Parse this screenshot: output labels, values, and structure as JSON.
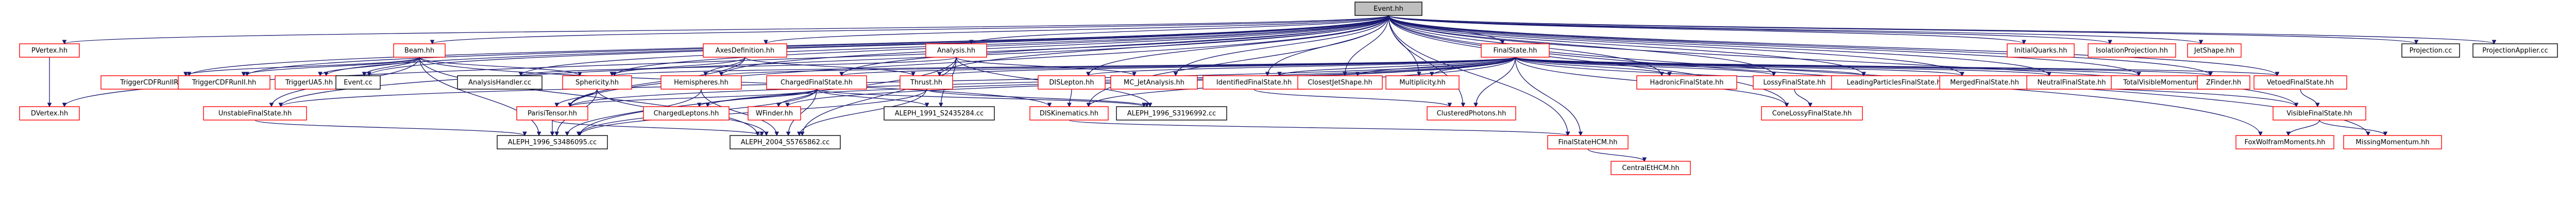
{
  "graph": {
    "edge_color": "#191970",
    "nodes": [
      {
        "id": "event",
        "label": "Event.hh",
        "style": "root"
      },
      {
        "id": "pvertex",
        "label": "PVertex.hh",
        "style": "red"
      },
      {
        "id": "dvertex",
        "label": "DVertex.hh",
        "style": "red"
      },
      {
        "id": "beam",
        "label": "Beam.hh",
        "style": "red"
      },
      {
        "id": "trig_cdf_run1",
        "label": "TriggerCDFRunIIRunI.hh",
        "style": "red"
      },
      {
        "id": "trig_cdf_run2",
        "label": "TriggerCDFRunII.hh",
        "style": "red"
      },
      {
        "id": "trig_ua5",
        "label": "TriggerUA5.hh",
        "style": "red"
      },
      {
        "id": "event_cc",
        "label": "Event.cc",
        "style": "black"
      },
      {
        "id": "axes_def",
        "label": "AxesDefinition.hh",
        "style": "red"
      },
      {
        "id": "analysis_handler",
        "label": "AnalysisHandler.cc",
        "style": "black"
      },
      {
        "id": "analysis",
        "label": "Analysis.hh",
        "style": "red"
      },
      {
        "id": "sphericity",
        "label": "Sphericity.hh",
        "style": "red"
      },
      {
        "id": "hemispheres",
        "label": "Hemispheres.hh",
        "style": "red"
      },
      {
        "id": "charged_fs",
        "label": "ChargedFinalState.hh",
        "style": "red"
      },
      {
        "id": "thrust",
        "label": "Thrust.hh",
        "style": "red"
      },
      {
        "id": "dis_lepton",
        "label": "DISLepton.hh",
        "style": "red"
      },
      {
        "id": "mc_jet",
        "label": "MC_JetAnalysis.hh",
        "style": "red"
      },
      {
        "id": "identified_fs",
        "label": "IdentifiedFinalState.hh",
        "style": "red"
      },
      {
        "id": "closest_jet",
        "label": "ClosestJetShape.hh",
        "style": "red"
      },
      {
        "id": "multiplicity",
        "label": "Multiplicity.hh",
        "style": "red"
      },
      {
        "id": "final_state",
        "label": "FinalState.hh",
        "style": "red"
      },
      {
        "id": "hadronic_fs",
        "label": "HadronicFinalState.hh",
        "style": "red"
      },
      {
        "id": "lossy_fs",
        "label": "LossyFinalState.hh",
        "style": "red"
      },
      {
        "id": "leading_particles",
        "label": "LeadingParticlesFinalState.hh",
        "style": "red"
      },
      {
        "id": "merged_fs",
        "label": "MergedFinalState.hh",
        "style": "red"
      },
      {
        "id": "neutral_fs",
        "label": "NeutralFinalState.hh",
        "style": "red"
      },
      {
        "id": "total_visible",
        "label": "TotalVisibleMomentum.hh",
        "style": "red"
      },
      {
        "id": "zfinder",
        "label": "ZFinder.hh",
        "style": "red"
      },
      {
        "id": "initial_quarks",
        "label": "InitialQuarks.hh",
        "style": "red"
      },
      {
        "id": "isolation_proj",
        "label": "IsolationProjection.hh",
        "style": "red"
      },
      {
        "id": "jet_shape",
        "label": "JetShape.hh",
        "style": "red"
      },
      {
        "id": "projection_cc",
        "label": "Projection.cc",
        "style": "black"
      },
      {
        "id": "projection_applier",
        "label": "ProjectionApplier.cc",
        "style": "black"
      },
      {
        "id": "vetoed_fs",
        "label": "VetoedFinalState.hh",
        "style": "red"
      },
      {
        "id": "visible_fs",
        "label": "VisibleFinalState.hh",
        "style": "red"
      },
      {
        "id": "fox_wolfram",
        "label": "FoxWolframMoments.hh",
        "style": "red"
      },
      {
        "id": "missing_momentum",
        "label": "MissingMomentum.hh",
        "style": "red"
      },
      {
        "id": "unstable_fs",
        "label": "UnstableFinalState.hh",
        "style": "red"
      },
      {
        "id": "parisi_tensor",
        "label": "ParisiTensor.hh",
        "style": "red"
      },
      {
        "id": "charged_leptons",
        "label": "ChargedLeptons.hh",
        "style": "red"
      },
      {
        "id": "wfinder",
        "label": "WFinder.hh",
        "style": "red"
      },
      {
        "id": "aleph_1991",
        "label": "ALEPH_1991_S2435284.cc",
        "style": "black"
      },
      {
        "id": "dis_kinematics",
        "label": "DISKinematics.hh",
        "style": "red"
      },
      {
        "id": "aleph_1996_s3196992",
        "label": "ALEPH_1996_S3196992.cc",
        "style": "black"
      },
      {
        "id": "clustered_photons",
        "label": "ClusteredPhotons.hh",
        "style": "red"
      },
      {
        "id": "cone_lossy",
        "label": "ConeLossyFinalState.hh",
        "style": "red"
      },
      {
        "id": "aleph_1996_s3486095",
        "label": "ALEPH_1996_S3486095.cc",
        "style": "black"
      },
      {
        "id": "aleph_2004",
        "label": "ALEPH_2004_S5765862.cc",
        "style": "black"
      },
      {
        "id": "final_state_hcm",
        "label": "FinalStateHCM.hh",
        "style": "red"
      },
      {
        "id": "central_ethcm",
        "label": "CentralEtHCM.hh",
        "style": "red"
      }
    ]
  }
}
